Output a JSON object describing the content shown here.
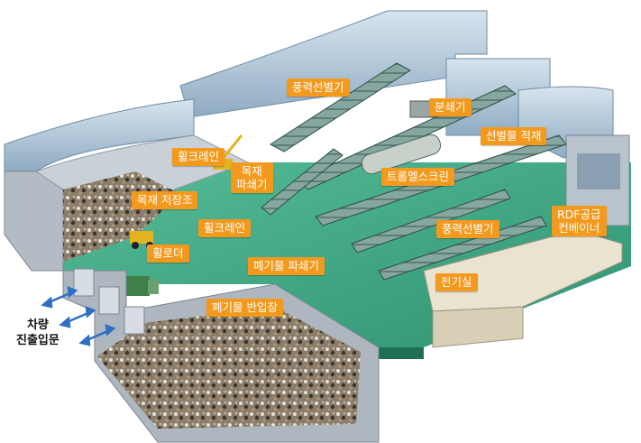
{
  "labels": {
    "wind_sorter_top": "풍력선별기",
    "shredder": "분쇄기",
    "crane_1": "휠크레인",
    "sorted_loading": "선별물 적재",
    "wood_shredder": "목재\n파쇄기",
    "wood_storage": "목재 저장조",
    "trommel": "트롬멜스크린",
    "crane_2": "휠크레인",
    "rdf_conveyor": "RDF공급\n컨베이너",
    "wind_sorter_mid": "풍력선별기",
    "wheel_loader": "휠로더",
    "waste_shredder": "폐기물 파쇄기",
    "electric_room": "전기실",
    "waste_receiving": "폐기물 반입장",
    "vehicle_entry": "차량\n진출입문"
  },
  "colors": {
    "label_bg": "#f39a1e",
    "label_text": "#ffffff",
    "floor": "#3fa886",
    "roof": "#a9c2d4",
    "wall": "#c4ccd3",
    "arrow": "#2f6fc4"
  },
  "icons": [
    "arrow-left-right-icon",
    "wheel-loader-icon",
    "truck-icon",
    "crane-icon"
  ]
}
